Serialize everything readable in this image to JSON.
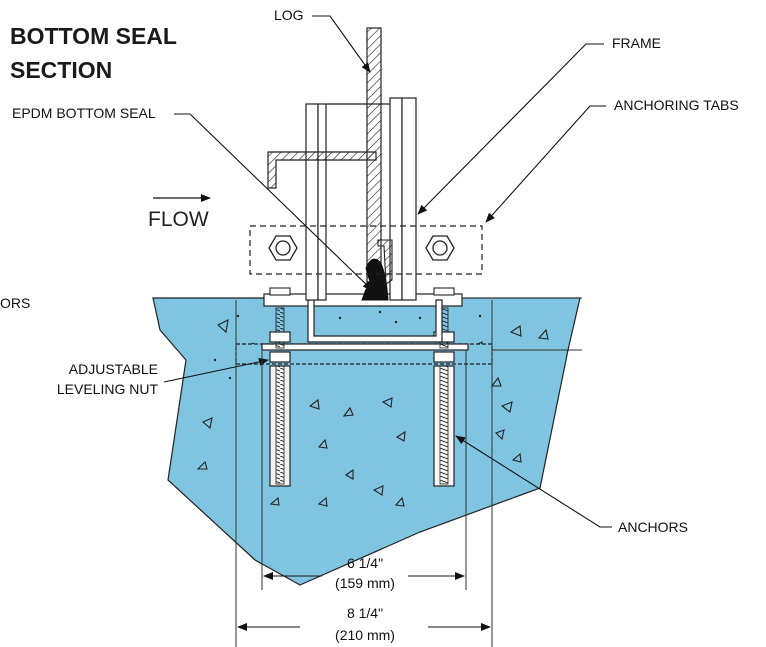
{
  "title": {
    "line1": "BOTTOM SEAL",
    "line2": "SECTION"
  },
  "labels": {
    "log": "LOG",
    "frame": "FRAME",
    "epdm_bottom_seal": "EPDM BOTTOM SEAL",
    "anchoring_tabs": "ANCHORING TABS",
    "flow": "FLOW",
    "cropped_label": "ORS",
    "adjustable": "ADJUSTABLE",
    "leveling_nut": "LEVELING NUT",
    "anchors": "ANCHORS"
  },
  "dimensions": {
    "inner": {
      "imperial": "6 1/4\"",
      "metric": "(159 mm)"
    },
    "outer": {
      "imperial": "8 1/4\"",
      "metric": "(210 mm)"
    }
  },
  "colors": {
    "concrete": "#7fc4e0",
    "ink": "#1a1a1a",
    "seal": "#111111"
  }
}
